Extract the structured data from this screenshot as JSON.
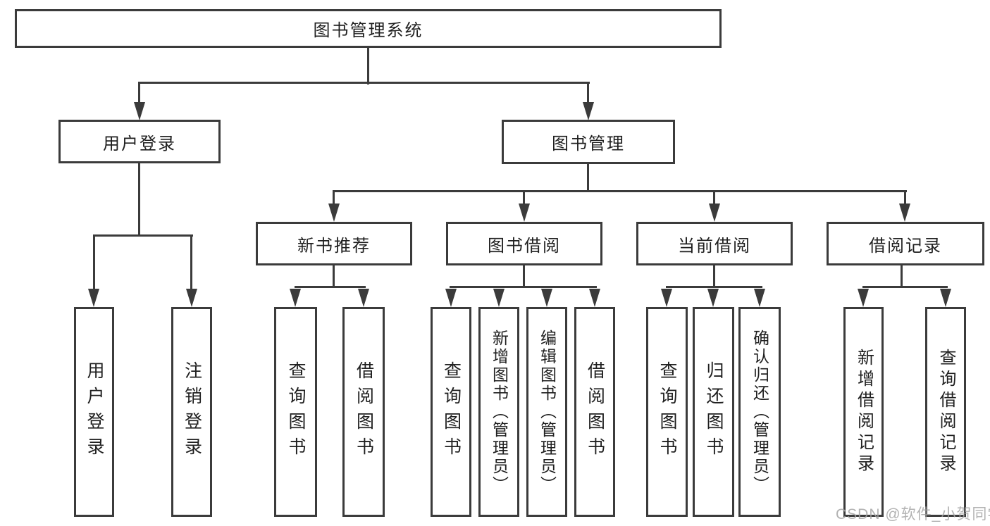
{
  "title": "图书管理系统",
  "tree": {
    "label": "图书管理系统",
    "children": [
      {
        "label": "用户登录",
        "children": [
          {
            "label": "用户登录"
          },
          {
            "label": "注销登录"
          }
        ]
      },
      {
        "label": "图书管理",
        "children": [
          {
            "label": "新书推荐",
            "children": [
              {
                "label": "查询图书"
              },
              {
                "label": "借阅图书"
              }
            ]
          },
          {
            "label": "图书借阅",
            "children": [
              {
                "label": "查询图书"
              },
              {
                "label": "新增图书（管理员）"
              },
              {
                "label": "编辑图书（管理员）"
              },
              {
                "label": "借阅图书"
              }
            ]
          },
          {
            "label": "当前借阅",
            "children": [
              {
                "label": "查询图书"
              },
              {
                "label": "归还图书"
              },
              {
                "label": "确认归还（管理员）"
              }
            ]
          },
          {
            "label": "借阅记录",
            "children": [
              {
                "label": "新增借阅记录"
              },
              {
                "label": "查询借阅记录"
              }
            ]
          }
        ]
      }
    ]
  },
  "watermark": "CSDN @软件_小贺同学",
  "colors": {
    "line": "#3b3b3b",
    "text": "#1f1f1f",
    "box_fill": "#ffffff",
    "background": "#ffffff",
    "watermark": "#a5a5a5"
  }
}
